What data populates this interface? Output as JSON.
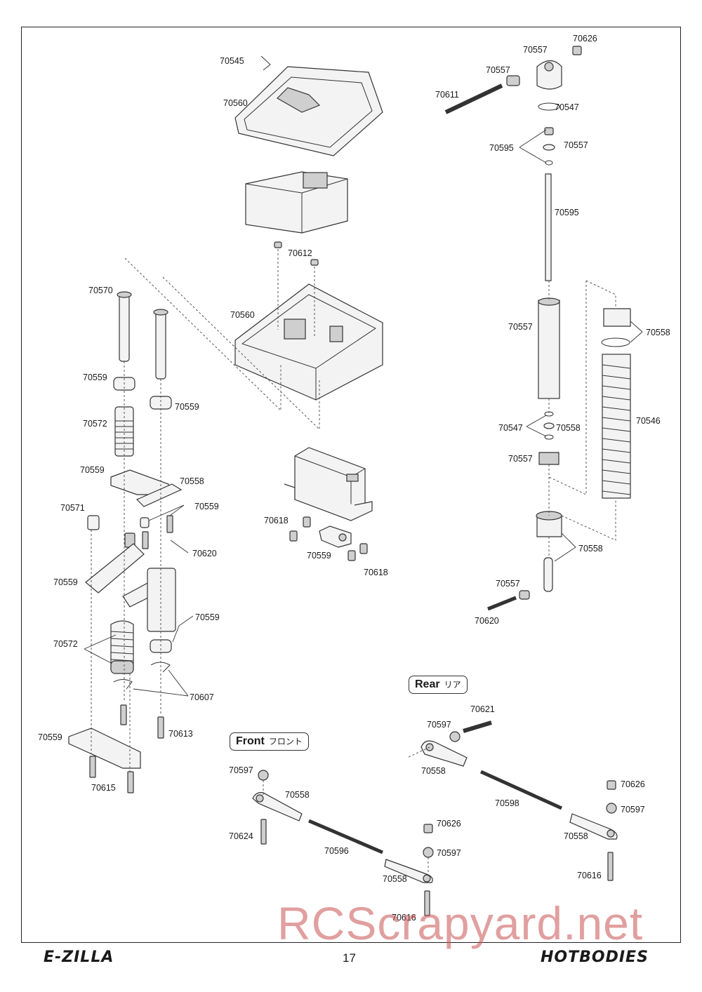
{
  "page_number": "17",
  "watermark": "RCScrapyard.net",
  "logos": {
    "left": "E-ZILLA",
    "right": "HOTBODIES"
  },
  "sections": {
    "front": {
      "title": "Front",
      "subtitle": "フロント"
    },
    "rear": {
      "title": "Rear",
      "subtitle": "リア"
    }
  },
  "labels": [
    "70545",
    "70560",
    "70612",
    "70560",
    "70626",
    "70557",
    "70557",
    "70611",
    "70547",
    "70595",
    "70557",
    "70595",
    "70557",
    "70558",
    "70546",
    "70547",
    "70558",
    "70557",
    "70558",
    "70557",
    "70620",
    "70570",
    "70559",
    "70559",
    "70572",
    "70559",
    "70558",
    "70559",
    "70571",
    "70620",
    "70559",
    "70559",
    "70572",
    "70607",
    "70613",
    "70559",
    "70615",
    "70618",
    "70559",
    "70618",
    "70621",
    "70597",
    "70558",
    "70598",
    "70626",
    "70597",
    "70558",
    "70616",
    "70597",
    "70558",
    "70624",
    "70596",
    "70626",
    "70597",
    "70558",
    "70616"
  ]
}
